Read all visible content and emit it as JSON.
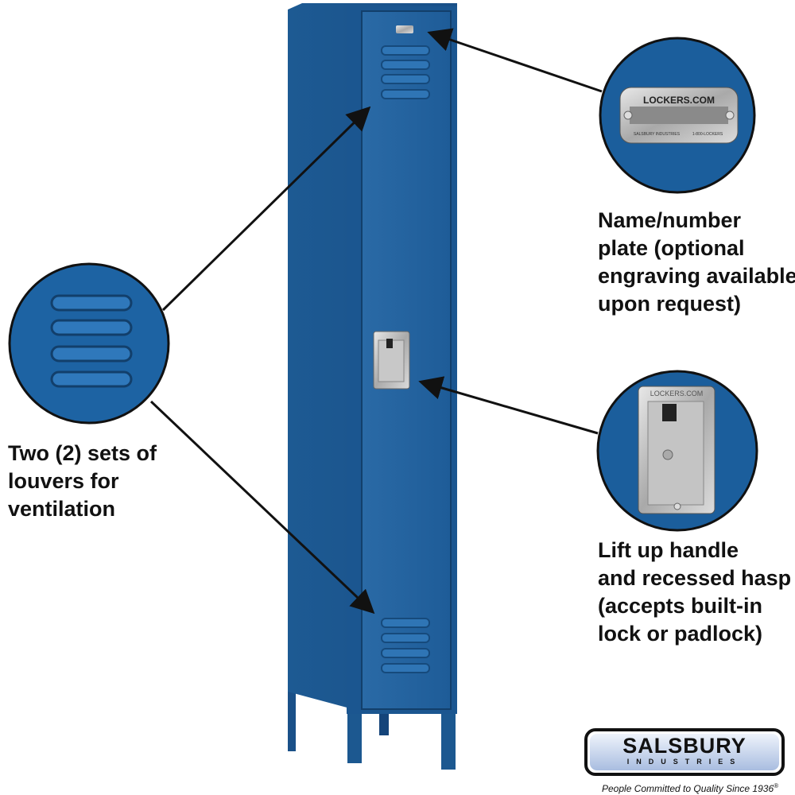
{
  "captions": {
    "plate": [
      "Name/number",
      "plate (optional",
      "engraving available",
      "upon request)"
    ],
    "louvers": [
      "Two (2) sets of",
      "louvers for",
      "ventilation"
    ],
    "handle": [
      "Lift up handle",
      "and recessed hasp",
      "(accepts built-in",
      "lock or padlock)"
    ]
  },
  "plate": {
    "title": "LOCKERS.COM",
    "footer_left": "SALSBURY INDUSTRIES",
    "footer_right": "1-800-LOCKERS"
  },
  "handle_plate_text": "LOCKERS.COM",
  "logo": {
    "name": "SALSBURY",
    "sub": "INDUSTRIES",
    "tagline": "People Committed to Quality Since 1936",
    "registered": "®"
  },
  "colors": {
    "locker_blue": "#1f5f9a",
    "locker_dark": "#164a7c",
    "text": "#111111"
  }
}
